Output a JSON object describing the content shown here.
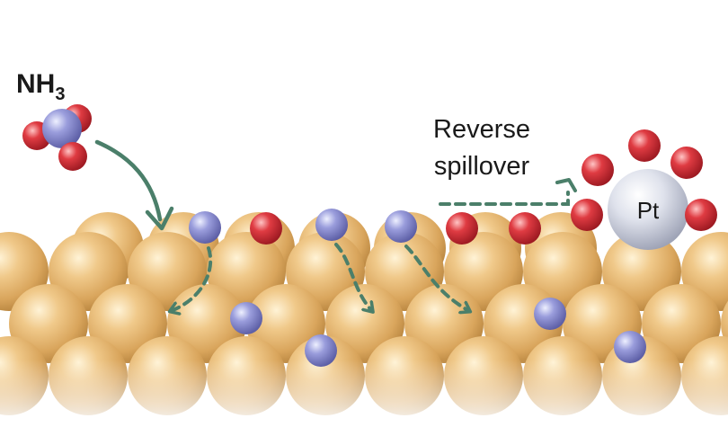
{
  "labels": {
    "molecule": "NH",
    "molecule_subscript": "3",
    "spillover_line1": "Reverse",
    "spillover_line2": "spillover",
    "metal": "Pt"
  },
  "colors": {
    "support_atom": "#e6bb74",
    "nitrogen_atom": "#8d8fd0",
    "hydrogen_atom": "#d9343d",
    "platinum_atom": "#d8dbe6",
    "arrow": "#4b7f6a"
  },
  "icons": {
    "support_lattice": "tan-sphere-lattice",
    "adatom_n": "blue-sphere",
    "adatom_h": "red-sphere",
    "pt_cluster": "grey-sphere"
  }
}
